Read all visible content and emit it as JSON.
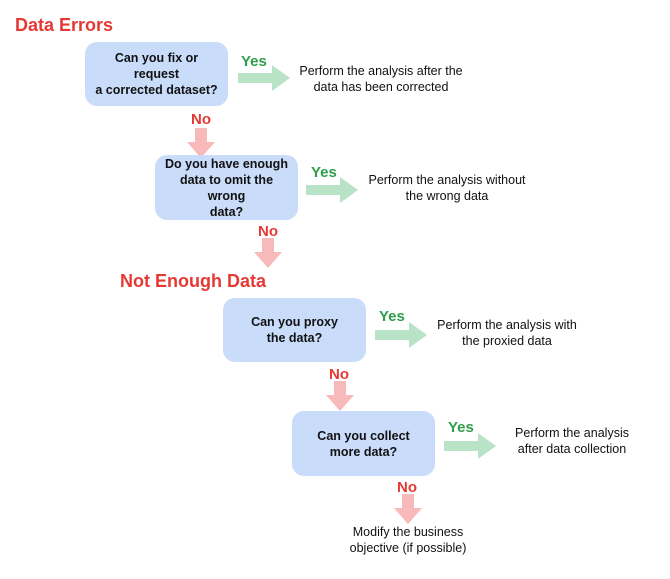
{
  "colors": {
    "title": "#e53935",
    "box_fill": "#c9dcfa",
    "yes_text": "#2e9e4a",
    "yes_arrow": "#b9e3c6",
    "no_text": "#e53935",
    "no_arrow": "#f7b9b9"
  },
  "sections": [
    {
      "title": "Data Errors"
    },
    {
      "title": "Not Enough Data"
    }
  ],
  "decisions": [
    {
      "question_lines": [
        "Can you fix or request",
        "a corrected dataset?"
      ],
      "yes_label": "Yes",
      "outcome_lines": [
        "Perform the analysis after the",
        "data has been corrected"
      ],
      "no_label": "No"
    },
    {
      "question_lines": [
        "Do you have enough",
        "data to omit the wrong",
        "data?"
      ],
      "yes_label": "Yes",
      "outcome_lines": [
        "Perform the analysis without",
        "the wrong data"
      ],
      "no_label": "No"
    },
    {
      "question_lines": [
        "Can you proxy",
        "the data?"
      ],
      "yes_label": "Yes",
      "outcome_lines": [
        "Perform the analysis with",
        "the proxied data"
      ],
      "no_label": "No"
    },
    {
      "question_lines": [
        "Can you collect",
        "more data?"
      ],
      "yes_label": "Yes",
      "outcome_lines": [
        "Perform the analysis",
        "after data collection"
      ],
      "no_label": "No"
    }
  ],
  "final_outcome_lines": [
    "Modify the business",
    "objective (if possible)"
  ]
}
